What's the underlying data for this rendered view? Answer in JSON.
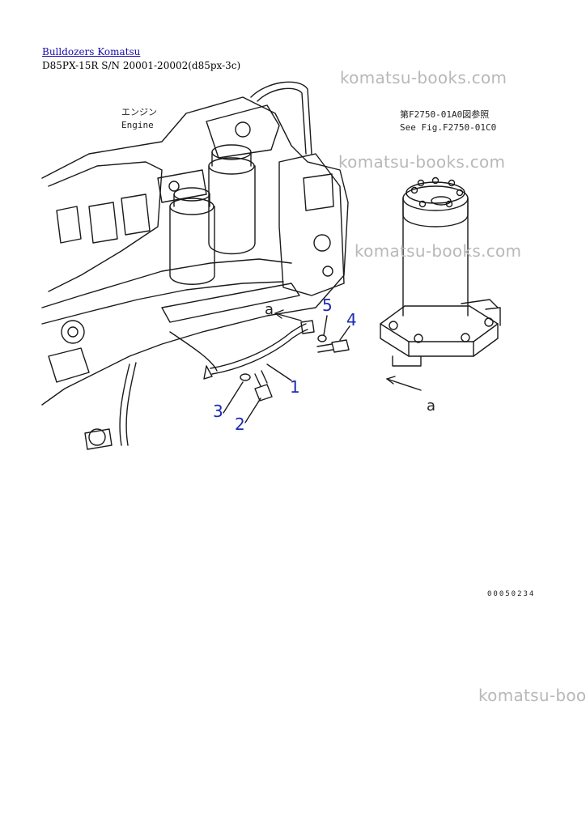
{
  "header": {
    "breadcrumb_link": "Bulldozers Komatsu",
    "model_line": "D85PX-15R S/N 20001-20002(d85px-3c)"
  },
  "watermarks": [
    "komatsu-books.com",
    "komatsu-books.com",
    "komatsu-books.com",
    "komatsu-boo"
  ],
  "diagram": {
    "engine_label_jp": "エンジン",
    "engine_label_en": "Engine",
    "ref_label_jp": "第F2750-01A0図参照",
    "ref_label_en": "See Fig.F2750-01C0",
    "view_marker_1": "a",
    "view_marker_2": "a",
    "callouts": [
      "1",
      "2",
      "3",
      "4",
      "5"
    ],
    "drawing_code": "00050234"
  }
}
